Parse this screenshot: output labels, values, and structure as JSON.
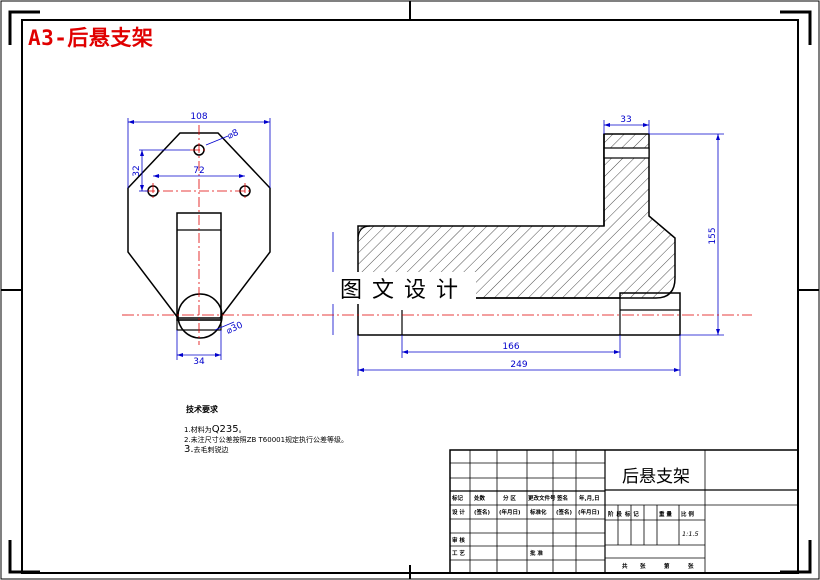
{
  "sheet_title": "A3-后悬支架",
  "watermark": "图文设计",
  "front_view": {
    "dims": {
      "overall_width": "108",
      "hole_spacing": "72",
      "vertical": "32",
      "top_hole": "⌀8",
      "bottom_dia": "⌀30",
      "lug_width": "34"
    }
  },
  "side_view": {
    "dims": {
      "top_width": "33",
      "height": "155",
      "inner_length": "166",
      "overall_length": "249"
    }
  },
  "tech_notes": {
    "heading": "技术要求",
    "lines": [
      {
        "prefix": "1.材料为",
        "code": "Q235",
        "suffix": "。"
      },
      {
        "prefix": "2.未注尺寸公差按照",
        "code": "ZB T60001",
        "suffix": "规定执行公差等级。"
      },
      {
        "prefix": "3.",
        "code": "",
        "suffix": "去毛刺锐边"
      }
    ]
  },
  "title_block": {
    "part_name": "后悬支架",
    "row1": [
      "标记",
      "处数",
      "分 区",
      "更改文件号",
      "签名",
      "年,月,日"
    ],
    "row2": [
      "设 计",
      "(签名)",
      "(年月日)",
      "标准化",
      "(签名)",
      "(年月日)"
    ],
    "row3_left": "审 核",
    "row4": [
      "工 艺",
      "批 准"
    ],
    "stage_row": [
      "阶 段 标 记",
      "重 量",
      "比 例"
    ],
    "scale_value": "1:1.5",
    "sheet_row": [
      "共",
      "张",
      "第",
      "张"
    ]
  }
}
